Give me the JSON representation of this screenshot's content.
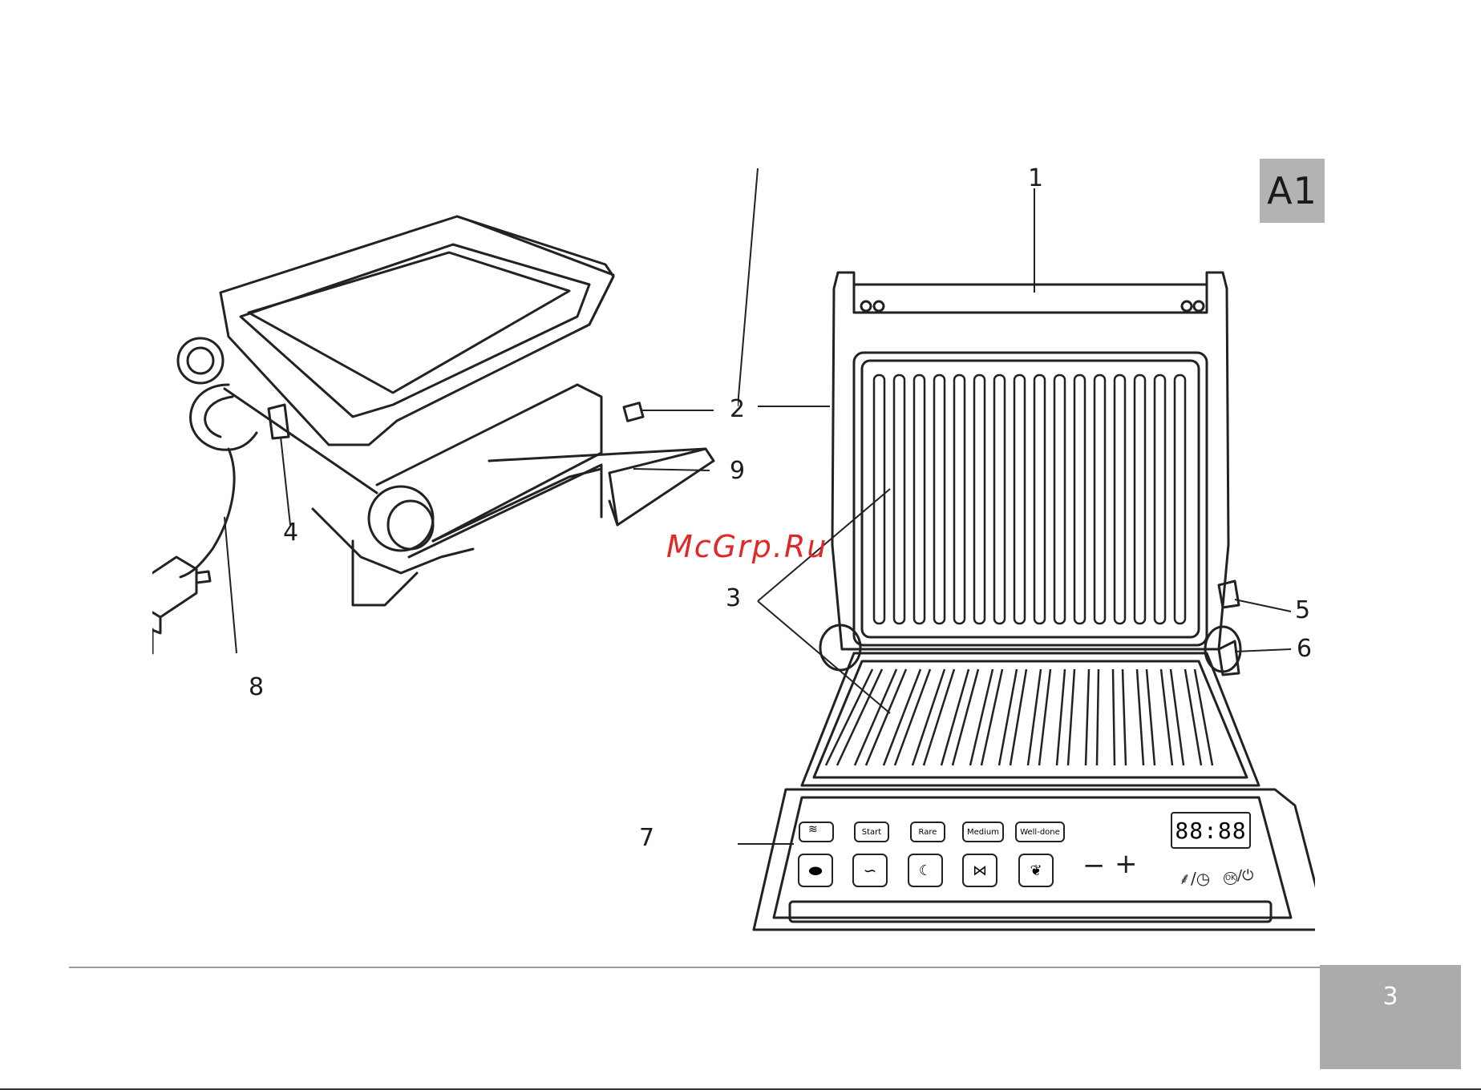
{
  "section_tag": "A1",
  "page_number": "3",
  "watermark": "McGrp.Ru",
  "callouts": [
    "1",
    "2",
    "3",
    "4",
    "5",
    "6",
    "7",
    "8",
    "9"
  ],
  "control_panel": {
    "buttons": [
      "Start",
      "Rare",
      "Medium",
      "Well-done"
    ],
    "display": "88:88",
    "minus": "−",
    "plus": "+",
    "ok": "OK"
  },
  "icons": {
    "defrost": "defrost-icon",
    "steak": "steak-icon",
    "sausage": "sausage-icon",
    "chicken": "chicken-icon",
    "fish": "fish-icon",
    "vegetables": "vegetables-icon",
    "thermo_timer": "thermometer-timer-icon",
    "ok_power": "ok-power-icon"
  }
}
